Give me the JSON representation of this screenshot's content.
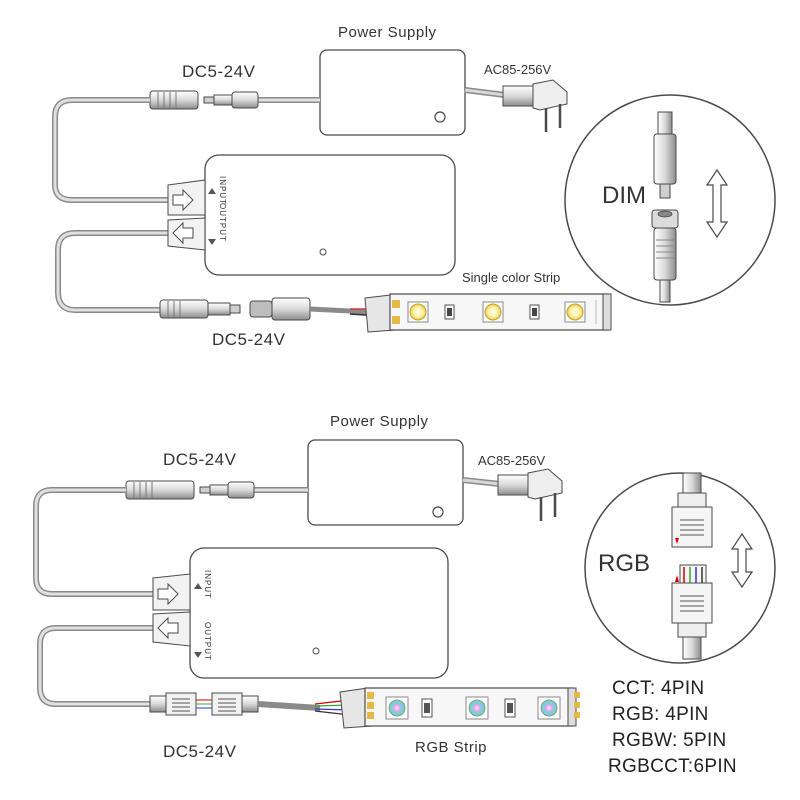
{
  "top": {
    "power_supply": "Power Supply",
    "ac_label": "AC85-256V",
    "dc_label_upper": "DC5-24V",
    "dc_label_lower": "DC5-24V",
    "input_label": "INPUT",
    "output_label": "OUTPUT",
    "strip_label": "Single color Strip",
    "detail_label": "DIM"
  },
  "bottom": {
    "power_supply": "Power Supply",
    "ac_label": "AC85-256V",
    "dc_label_upper": "DC5-24V",
    "dc_label_lower": "DC5-24V",
    "input_label": "INPUT",
    "output_label": "OUTPUT",
    "strip_label": "RGB Strip",
    "detail_label": "RGB",
    "pin_specs": [
      "CCT: 4PIN",
      "RGB: 4PIN",
      "RGBW: 5PIN",
      "RGBCCT:6PIN"
    ]
  }
}
